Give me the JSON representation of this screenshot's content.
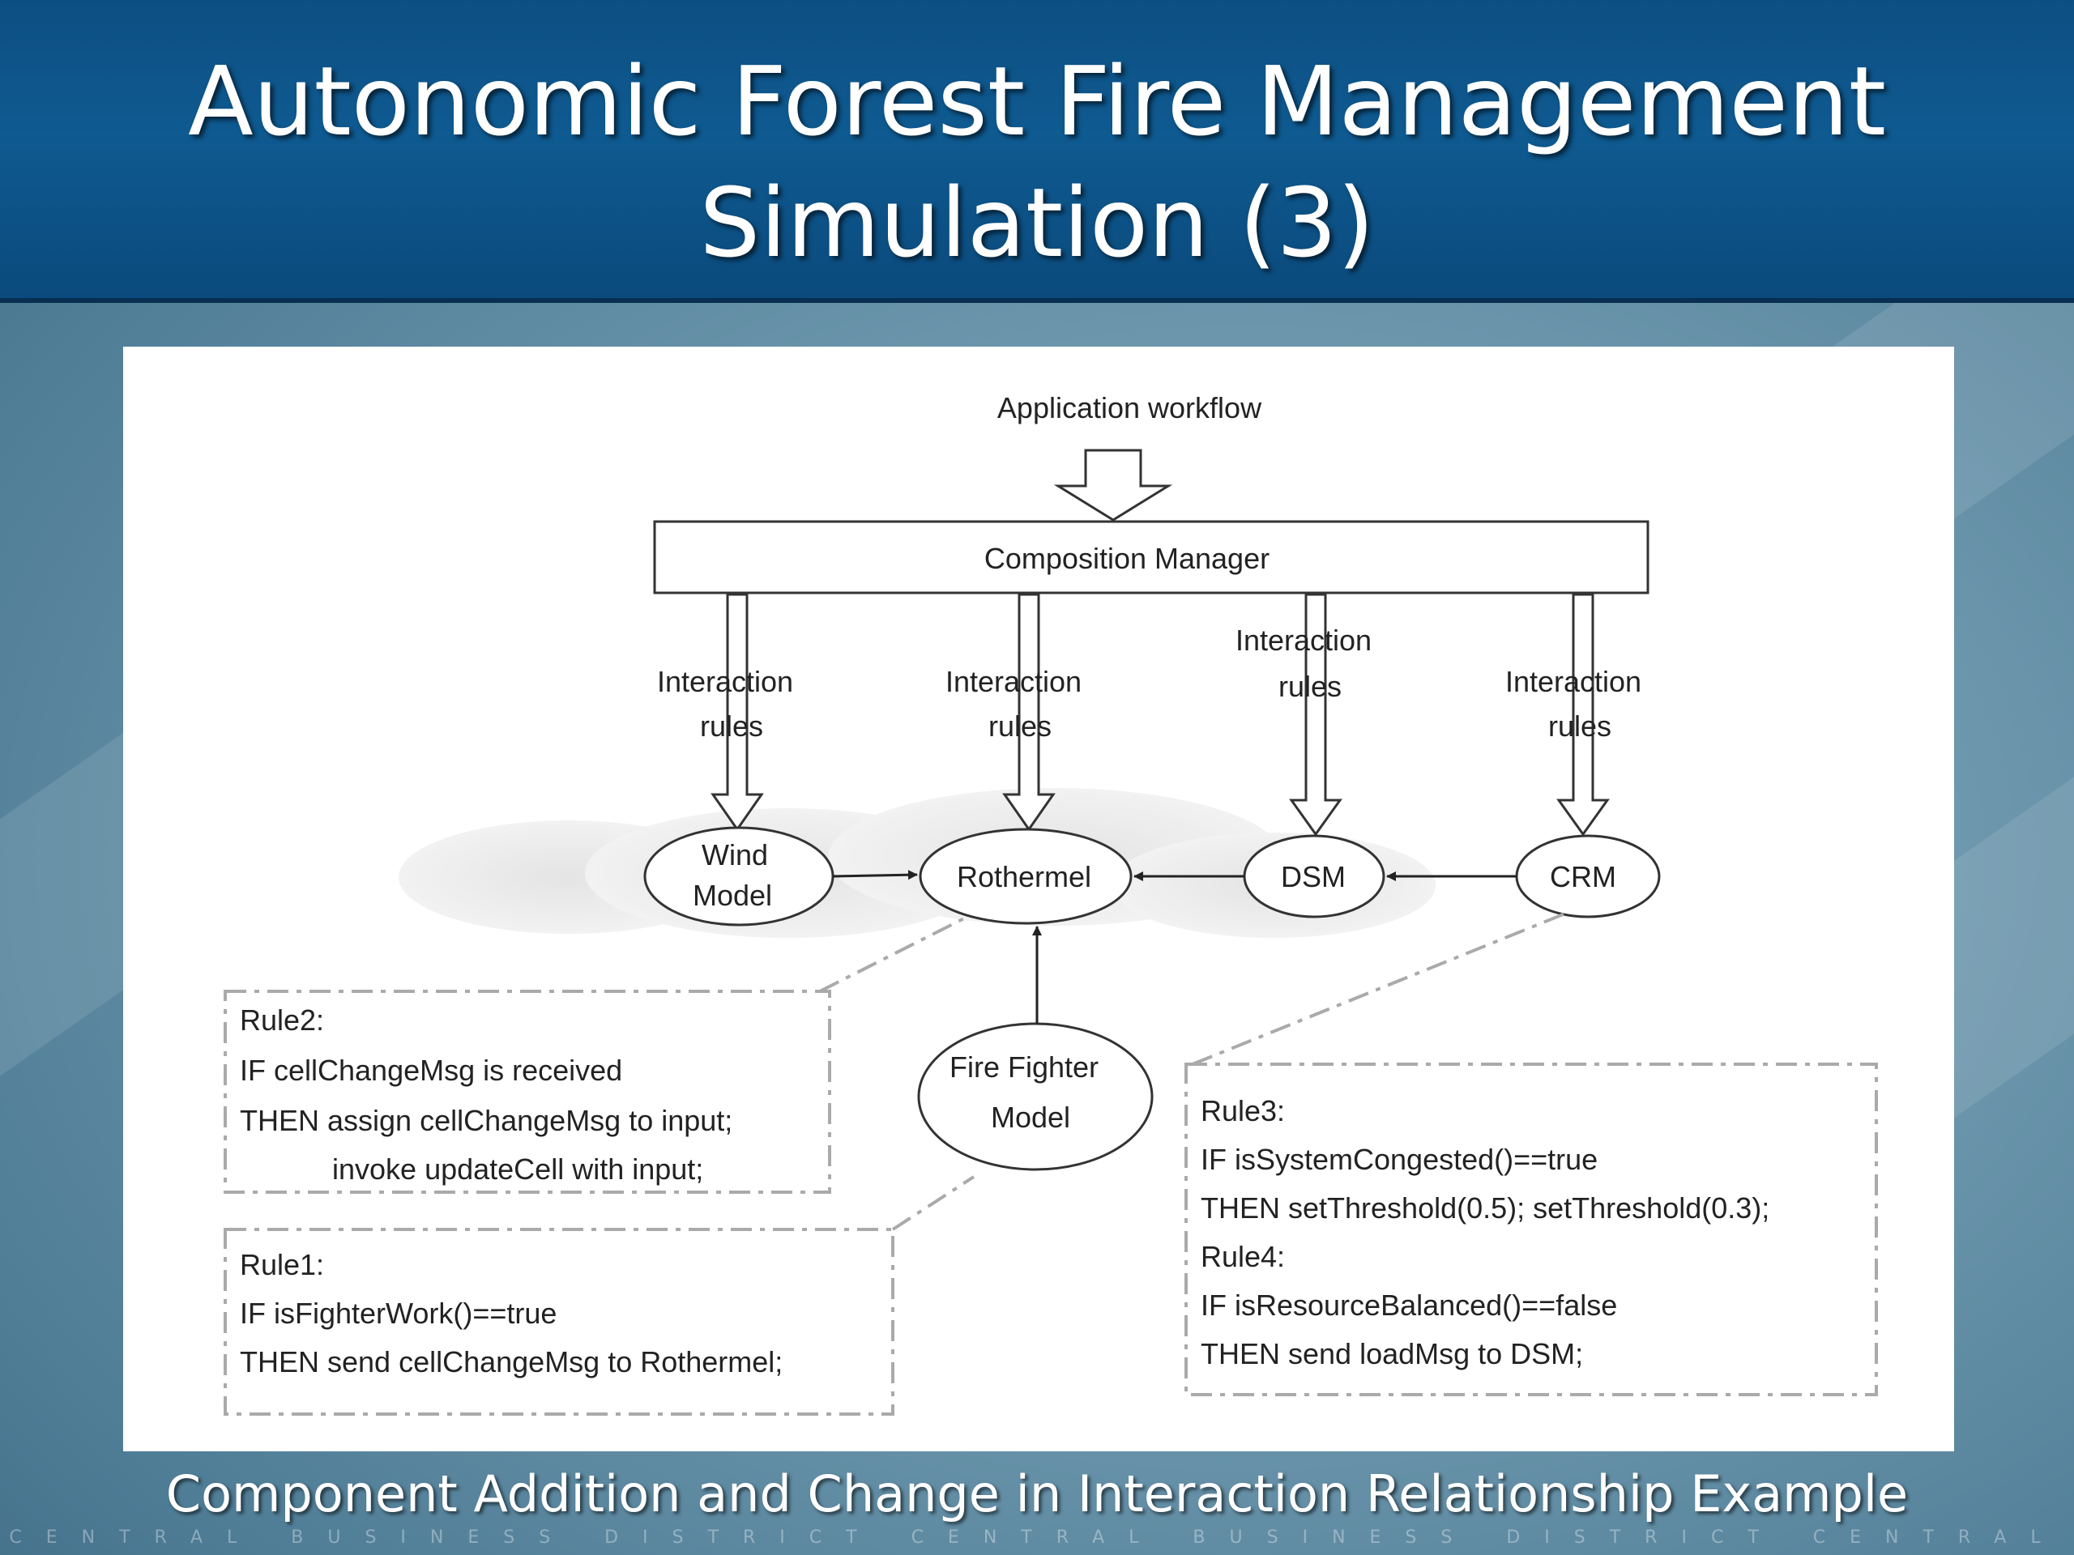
{
  "slide": {
    "title_line1": "Autonomic Forest Fire Management",
    "title_line2": "Simulation (3)",
    "caption": "Component Addition and Change in Interaction Relationship Example",
    "footer": "CENTRAL BUSINESS DISTRICT CENTRAL BUSINESS DISTRICT CENTRAL"
  },
  "diagram": {
    "workflow_label": "Application workflow",
    "manager_label": "Composition Manager",
    "interaction_label_1": "Interaction",
    "interaction_label_2": "rules",
    "nodes": {
      "wind_1": "Wind",
      "wind_2": "Model",
      "rothermel": "Rothermel",
      "dsm": "DSM",
      "crm": "CRM",
      "fighter_1": "Fire Fighter",
      "fighter_2": "Model"
    },
    "rule2": [
      "Rule2:",
      "IF cellChangeMsg is received",
      "THEN  assign cellChangeMsg to input;",
      "invoke updateCell with input;"
    ],
    "rule1": [
      "Rule1:",
      "IF isFighterWork()==true",
      "THEN send cellChangeMsg to Rothermel;"
    ],
    "rule34": [
      "Rule3:",
      "IF isSystemCongested()==true",
      "THEN setThreshold(0.5); setThreshold(0.3);",
      "Rule4:",
      "IF isResourceBalanced()==false",
      "THEN send loadMsg to DSM;"
    ]
  }
}
